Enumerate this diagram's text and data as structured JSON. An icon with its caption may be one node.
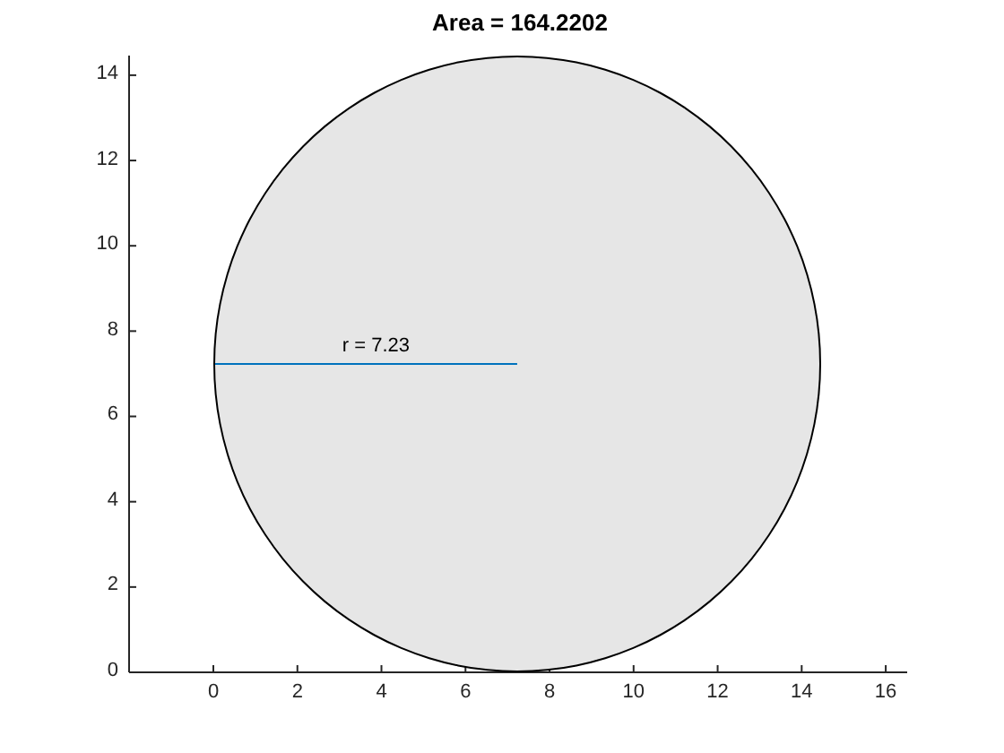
{
  "diagram": {
    "title": "Area = 164.2202",
    "nodes": [
      {
        "text": [
          "r = 7.23"
        ]
      }
    ],
    "labels": [
      "14",
      "12",
      "10",
      "8",
      "6",
      "4",
      "2",
      "0",
      "0",
      "2",
      "4",
      "6",
      "8",
      "10",
      "12",
      "14",
      "16"
    ]
  }
}
